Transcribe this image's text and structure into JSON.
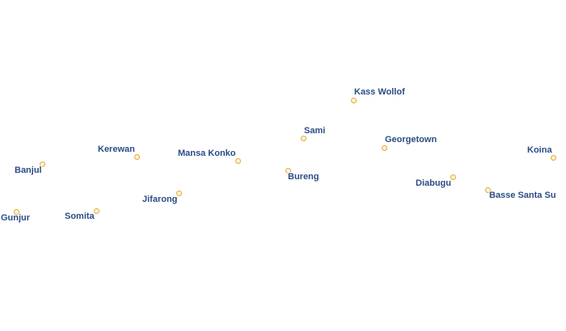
{
  "map": {
    "places": [
      {
        "id": "kass-wollof",
        "name": "Kass Wollof"
      },
      {
        "id": "sami",
        "name": "Sami"
      },
      {
        "id": "georgetown",
        "name": "Georgetown"
      },
      {
        "id": "kerewan",
        "name": "Kerewan"
      },
      {
        "id": "mansa-konko",
        "name": "Mansa Konko"
      },
      {
        "id": "koina",
        "name": "Koina"
      },
      {
        "id": "banjul",
        "name": "Banjul"
      },
      {
        "id": "bureng",
        "name": "Bureng"
      },
      {
        "id": "diabugu",
        "name": "Diabugu"
      },
      {
        "id": "jifarong",
        "name": "Jifarong"
      },
      {
        "id": "basse-santa-su",
        "name": "Basse Santa Su"
      },
      {
        "id": "somita",
        "name": "Somita"
      },
      {
        "id": "gunjur",
        "name": "Gunjur"
      }
    ],
    "colors": {
      "label_text": "#2b4c86",
      "label_halo": "#ffffff",
      "marker_fill": "#fff3cf",
      "marker_stroke": "#e3a83a"
    }
  }
}
